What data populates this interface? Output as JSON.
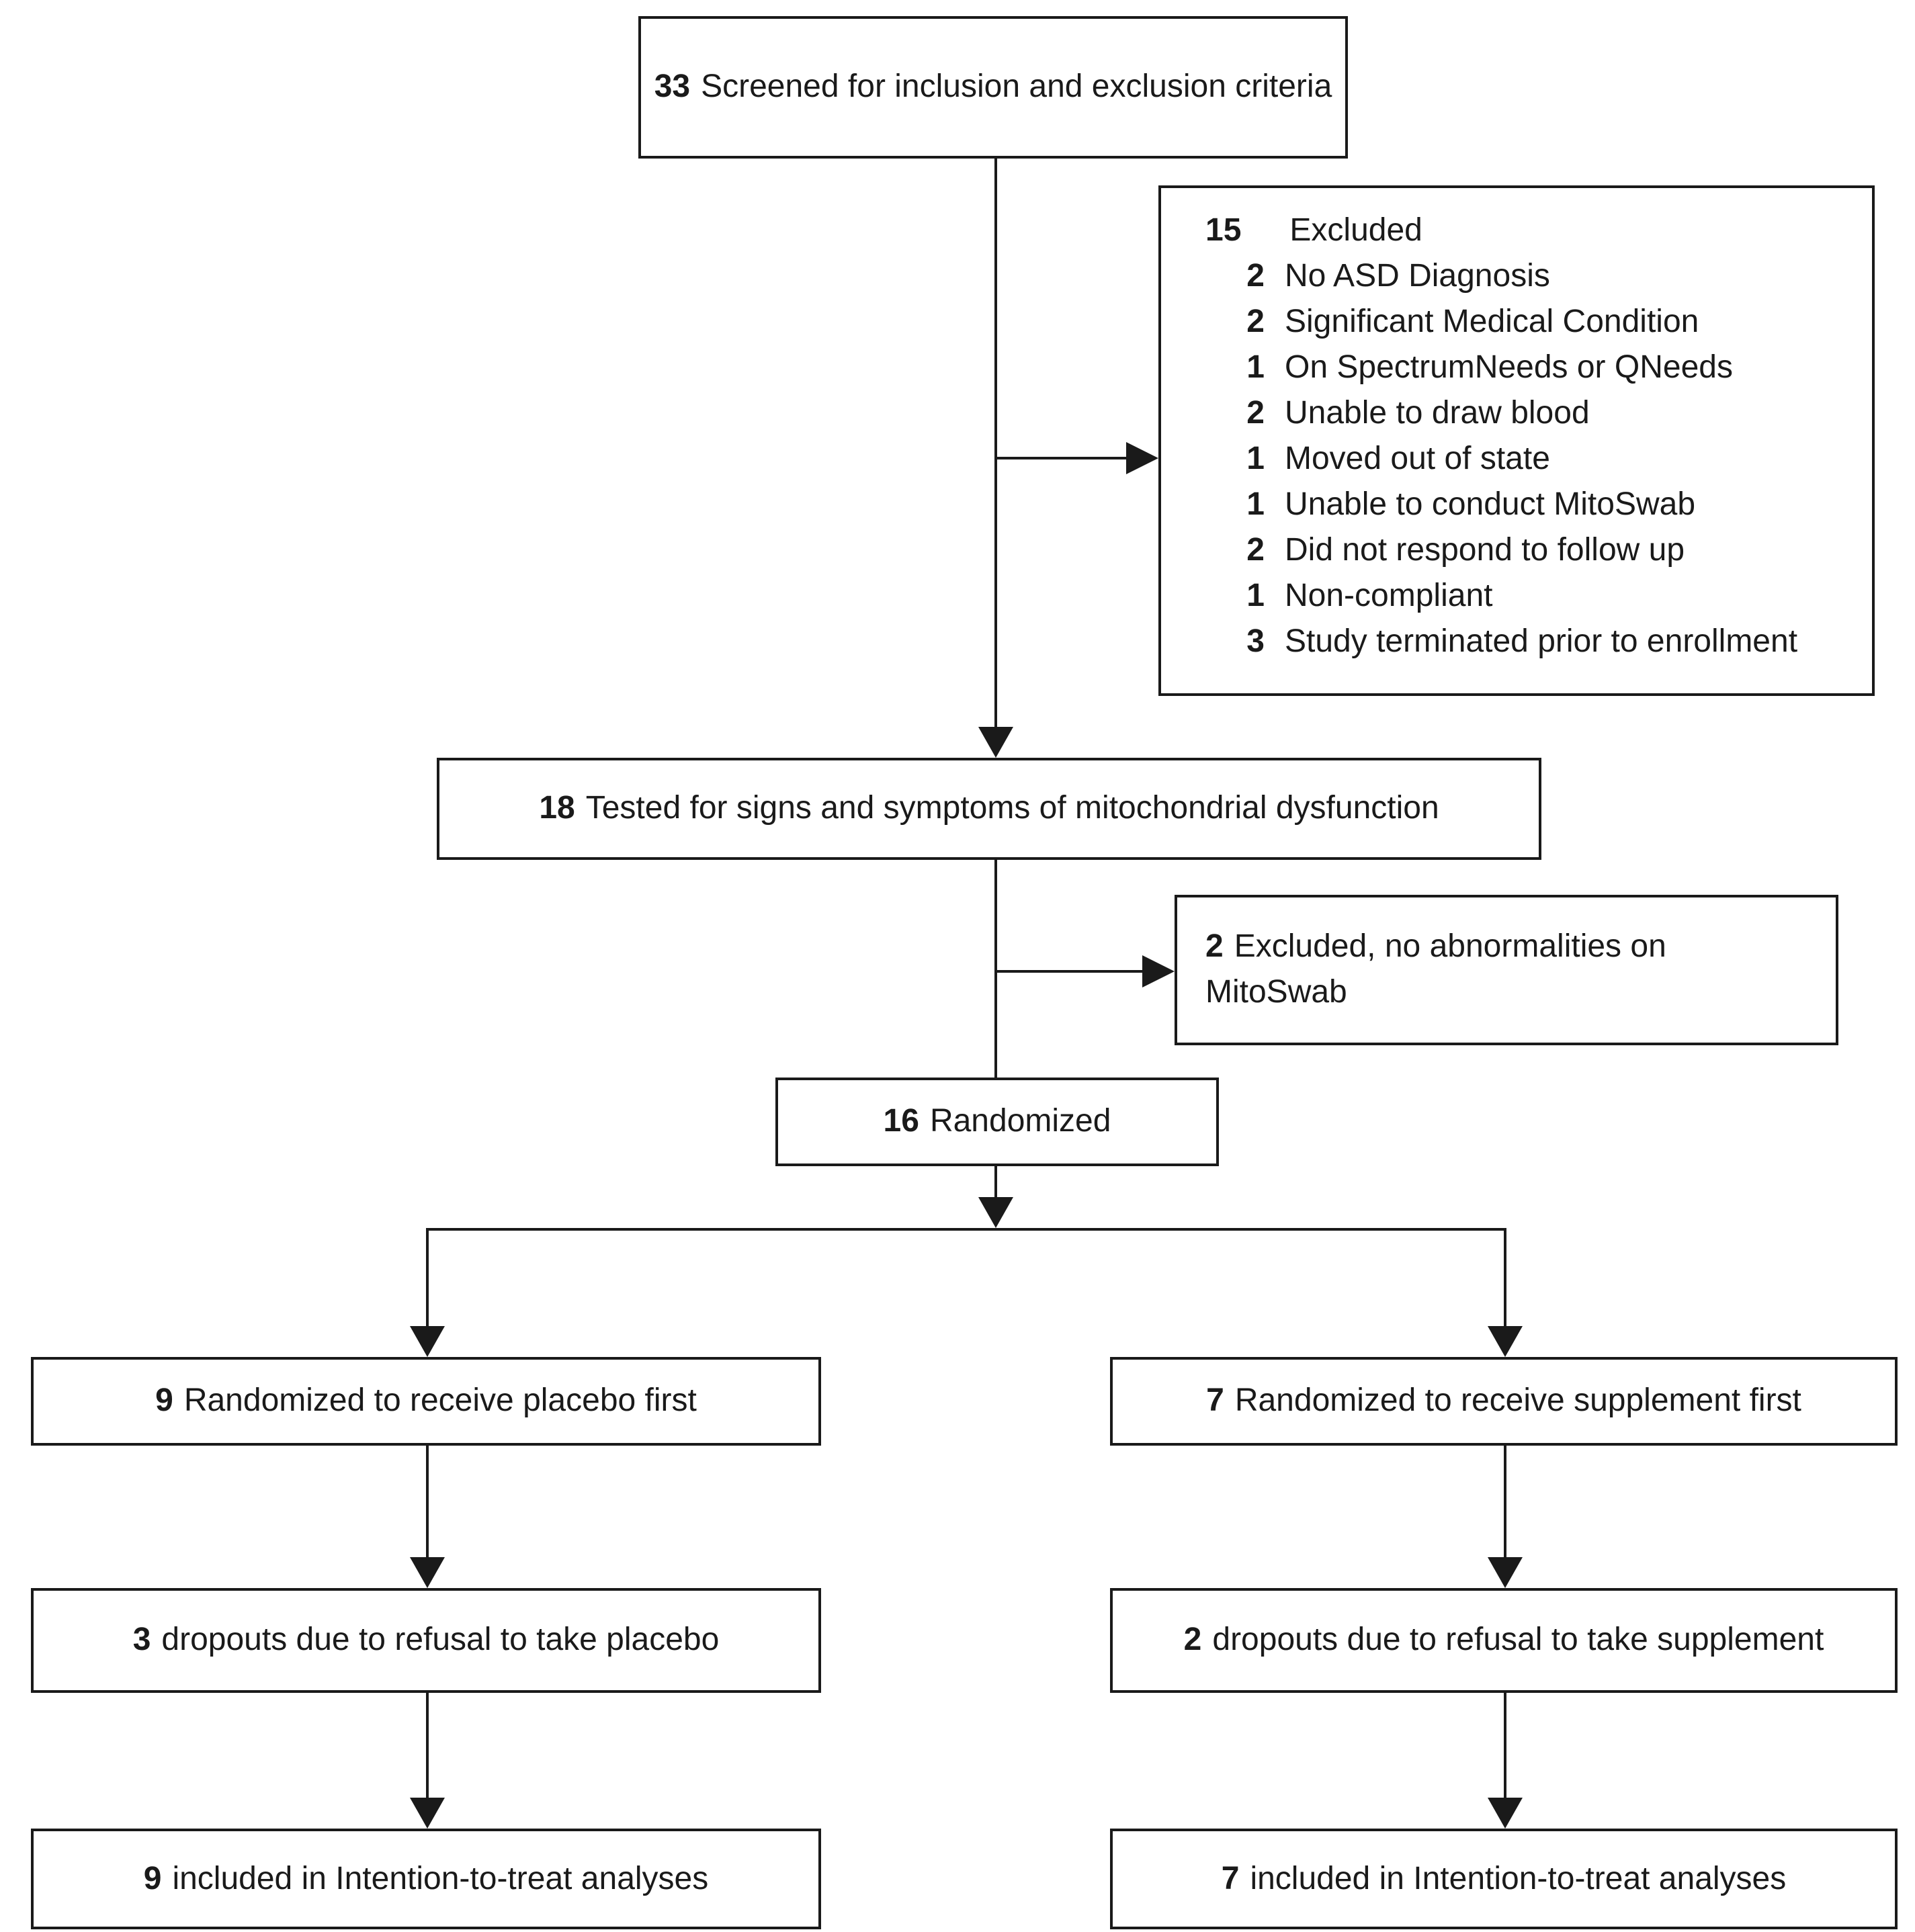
{
  "diagram": {
    "type": "flowchart",
    "colors": {
      "background": "#ffffff",
      "line": "#1a1a1a",
      "box_border": "#1a1a1a",
      "text": "#1a1a1a"
    },
    "boxes": {
      "screened": {
        "count": "33",
        "text": "Screened for inclusion and exclusion criteria"
      },
      "excluded": {
        "count": "15",
        "label": "Excluded",
        "items": [
          {
            "count": "2",
            "text": "No ASD Diagnosis"
          },
          {
            "count": "2",
            "text": "Significant Medical Condition"
          },
          {
            "count": "1",
            "text": "On SpectrumNeeds or QNeeds"
          },
          {
            "count": "2",
            "text": "Unable to draw blood"
          },
          {
            "count": "1",
            "text": "Moved out of state"
          },
          {
            "count": "1",
            "text": "Unable to conduct MitoSwab"
          },
          {
            "count": "2",
            "text": "Did not respond to follow up"
          },
          {
            "count": "1",
            "text": "Non-compliant"
          },
          {
            "count": "3",
            "text": "Study terminated prior to enrollment"
          }
        ]
      },
      "tested": {
        "count": "18",
        "text": "Tested for signs and symptoms of mitochondrial dysfunction"
      },
      "excluded_mitoswab": {
        "count": "2",
        "text": "Excluded, no abnormalities on MitoSwab"
      },
      "randomized": {
        "count": "16",
        "text": "Randomized"
      },
      "placebo_first": {
        "count": "9",
        "text": "Randomized to receive placebo first"
      },
      "supplement_first": {
        "count": "7",
        "text": "Randomized to receive supplement first"
      },
      "placebo_dropouts": {
        "count": "3",
        "text": "dropouts due to refusal to take placebo"
      },
      "supplement_dropouts": {
        "count": "2",
        "text": "dropouts due to refusal to take supplement"
      },
      "placebo_itt": {
        "count": "9",
        "text": "included in Intention-to-treat analyses"
      },
      "supplement_itt": {
        "count": "7",
        "text": "included in Intention-to-treat analyses"
      }
    }
  }
}
